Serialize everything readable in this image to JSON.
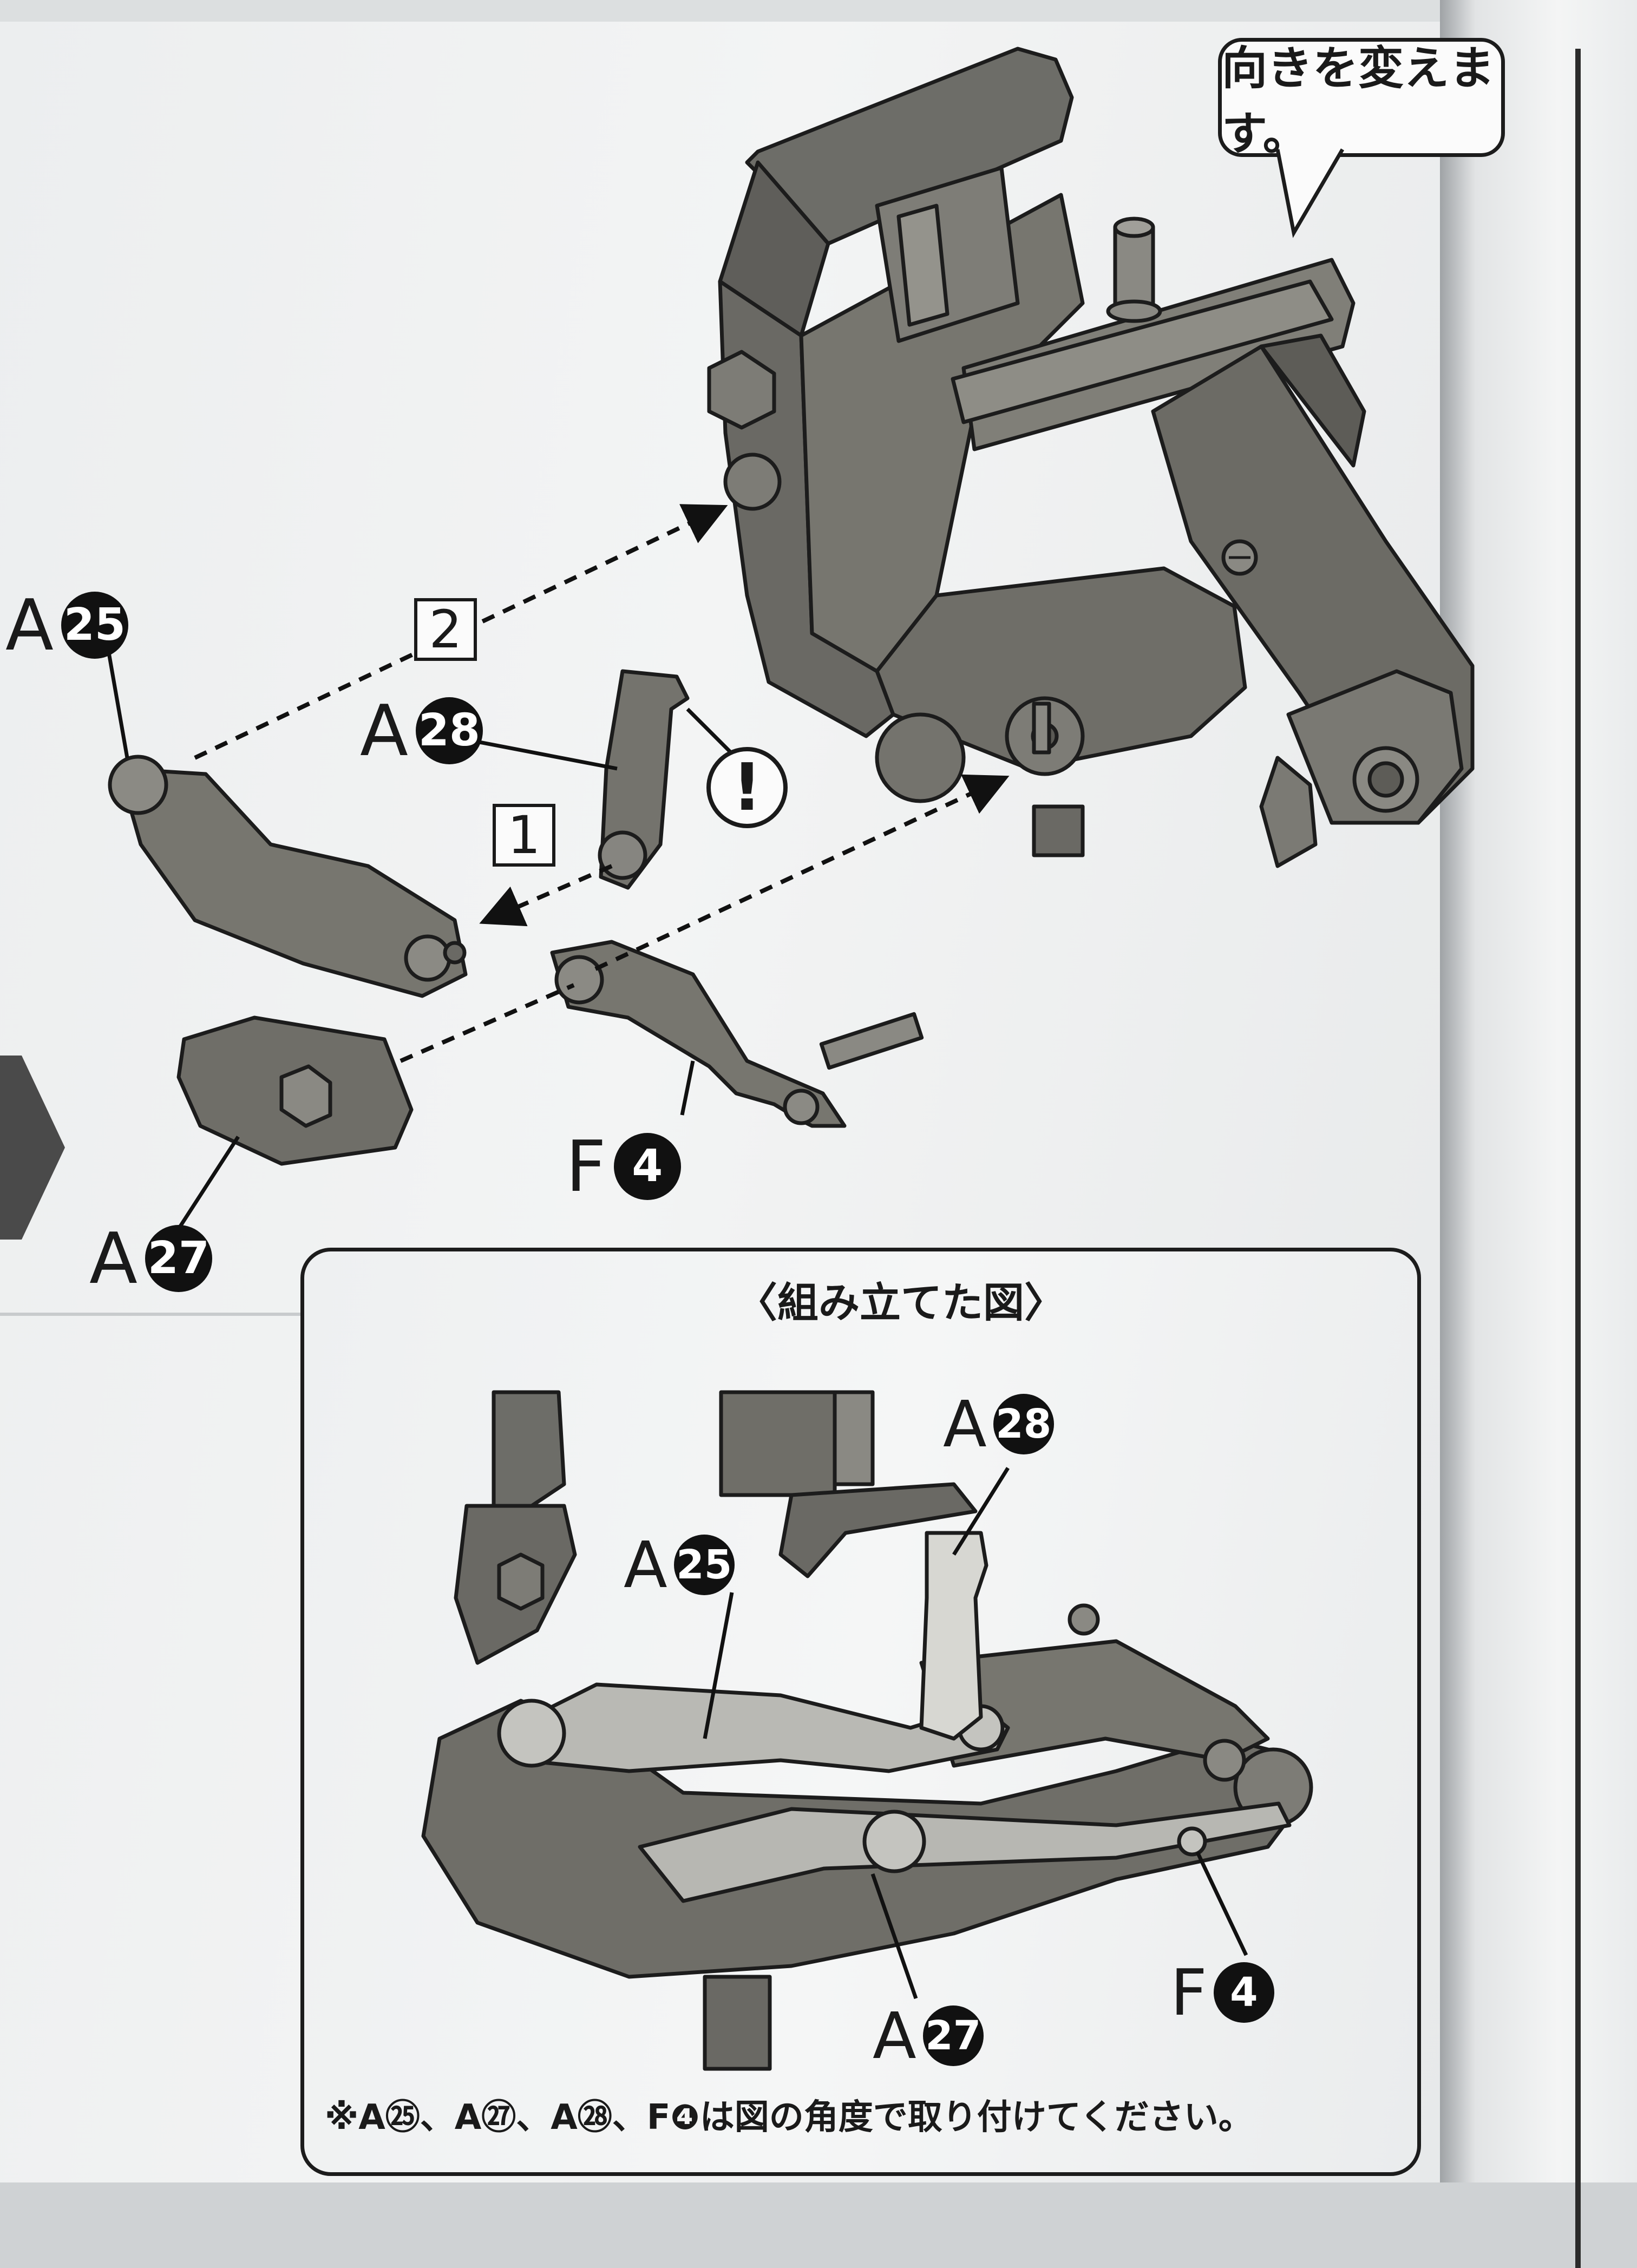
{
  "bubble": {
    "text": "向きを変えます。"
  },
  "parts": {
    "a25": {
      "letter": "A",
      "num": "25"
    },
    "a28": {
      "letter": "A",
      "num": "28"
    },
    "a27": {
      "letter": "A",
      "num": "27"
    },
    "f4": {
      "letter": "F",
      "num": "4"
    }
  },
  "steps": {
    "step1": "1",
    "step2": "2"
  },
  "caution": {
    "mark": "!"
  },
  "inset": {
    "title": "〈組み立てた図〉",
    "labels": {
      "a28": {
        "letter": "A",
        "num": "28"
      },
      "a25": {
        "letter": "A",
        "num": "25"
      },
      "f4": {
        "letter": "F",
        "num": "4"
      },
      "a27": {
        "letter": "A",
        "num": "27"
      }
    },
    "footnote": "※A㉕、A㉗、A㉘、F❹は図の角度で取り付けてください。"
  }
}
